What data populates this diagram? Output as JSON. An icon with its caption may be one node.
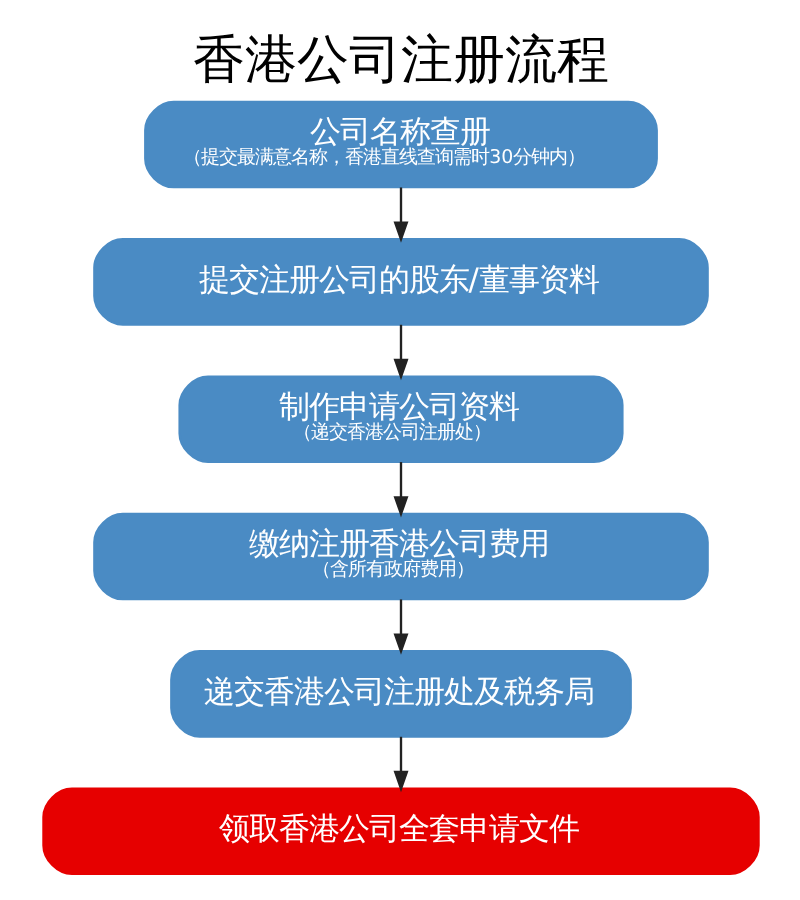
{
  "diagram": {
    "title": "香港公司注册流程",
    "nodes": [
      {
        "text": [
          "公司名称查册",
          "（提交最满意名称，香港直线查询需时30分钟内）"
        ]
      },
      {
        "text": [
          "提交注册公司的股东/董事资料"
        ]
      },
      {
        "text": [
          "制作申请公司资料",
          "（递交香港公司注册处）"
        ]
      },
      {
        "text": [
          "缴纳注册香港公司费用",
          "（含所有政府费用）"
        ]
      },
      {
        "text": [
          "递交香港公司注册处及税务局"
        ]
      },
      {
        "text": [
          "领取香港公司全套申请文件"
        ]
      }
    ],
    "edges": [
      {
        "from": 0,
        "to": 1,
        "arrow": "to"
      },
      {
        "from": 1,
        "to": 2,
        "arrow": "to"
      },
      {
        "from": 2,
        "to": 3,
        "arrow": "to"
      },
      {
        "from": 3,
        "to": 4,
        "arrow": "to"
      },
      {
        "from": 4,
        "to": 5,
        "arrow": "to"
      }
    ]
  }
}
